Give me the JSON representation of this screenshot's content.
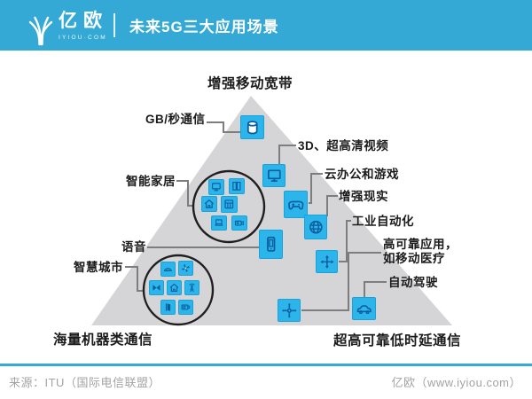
{
  "colors": {
    "header_bg": "#35a9d6",
    "icon_bg": "#2bb5ea",
    "icon_glyph": "#0a5c9c",
    "triangle_fill": "#d5d5d7",
    "connector": "#7d7d7d",
    "footer_text": "#a3a3a3"
  },
  "header": {
    "logo_icon": "iyiou-branch-logo-icon",
    "brand": "亿欧",
    "brand_sub": "IYIOU·COM",
    "title": "未来5G三大应用场景"
  },
  "pyramid": {
    "top_label": "增强移动宽带",
    "bottom_left_label": "海量机器类通信",
    "bottom_right_label": "超高可靠低时延通信"
  },
  "callouts": [
    {
      "label": "GB/秒通信",
      "icon": "database-icon"
    },
    {
      "label": "3D、超高清视频",
      "icon": "monitor-icon"
    },
    {
      "label": "云办公和游戏",
      "icon": "gamepad-icon"
    },
    {
      "label": "增强现实",
      "icon": "globe-icon"
    },
    {
      "label": "工业自动化",
      "icon": "move-arrows-icon"
    },
    {
      "label_line1": "高可靠应用，",
      "label_line2": "如移动医疗",
      "icon": "crossroad-icon"
    },
    {
      "label": "自动驾驶",
      "icon": "car-icon"
    },
    {
      "label": "智能家居",
      "icon": "smart-home-cluster"
    },
    {
      "label": "语音",
      "icon": "smartphone-icon"
    },
    {
      "label": "智慧城市",
      "icon": "smart-city-cluster"
    }
  ],
  "clusters": {
    "smart_home_icons": [
      "monitor-icon",
      "sliding-door-icon",
      "house-icon",
      "meter-icon",
      "laptop-icon",
      "video-camera-icon"
    ],
    "smart_city_icons": [
      "bridge-icon",
      "wind-turbine-icon",
      "traffic-icon",
      "house-icon",
      "signal-tower-icon",
      "door-icon",
      "surveillance-camera-icon"
    ]
  },
  "footer": {
    "source": "来源：ITU（国际电信联盟）",
    "credit": "亿欧（www.iyiou.com）"
  }
}
